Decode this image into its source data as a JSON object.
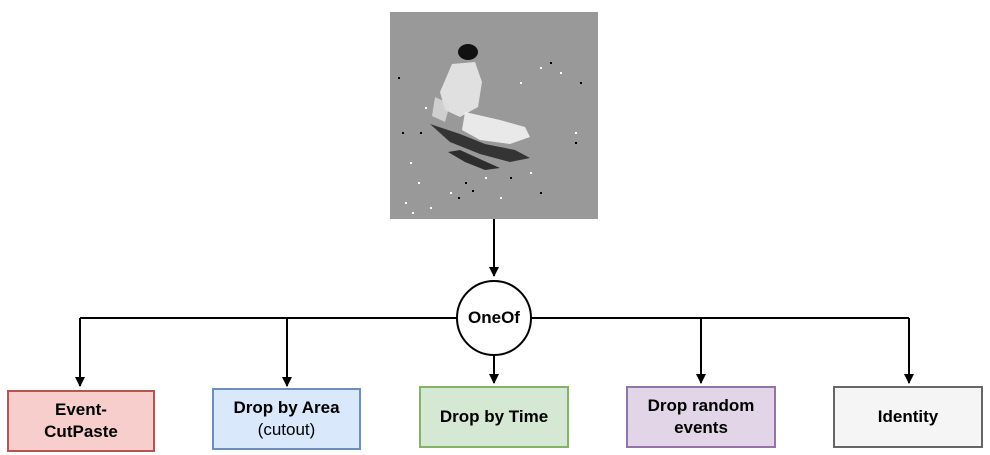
{
  "hub": {
    "label": "OneOf"
  },
  "boxes": [
    {
      "line1": "Event-",
      "line2": "CutPaste",
      "fill": "#f8cecc",
      "stroke": "#b85450"
    },
    {
      "line1": "Drop by Area",
      "line2": "(cutout)",
      "fill": "#dae8fc",
      "stroke": "#6c8ebf"
    },
    {
      "line1": "Drop by Time",
      "fill": "#d5e8d4",
      "stroke": "#82b366"
    },
    {
      "line1": "Drop random",
      "line2": "events",
      "fill": "#e1d5e7",
      "stroke": "#9673a6"
    },
    {
      "line1": "Identity",
      "fill": "#f5f5f5",
      "stroke": "#666666"
    }
  ],
  "image": {
    "description_icon": "event-frame-image",
    "background": "#999999"
  }
}
